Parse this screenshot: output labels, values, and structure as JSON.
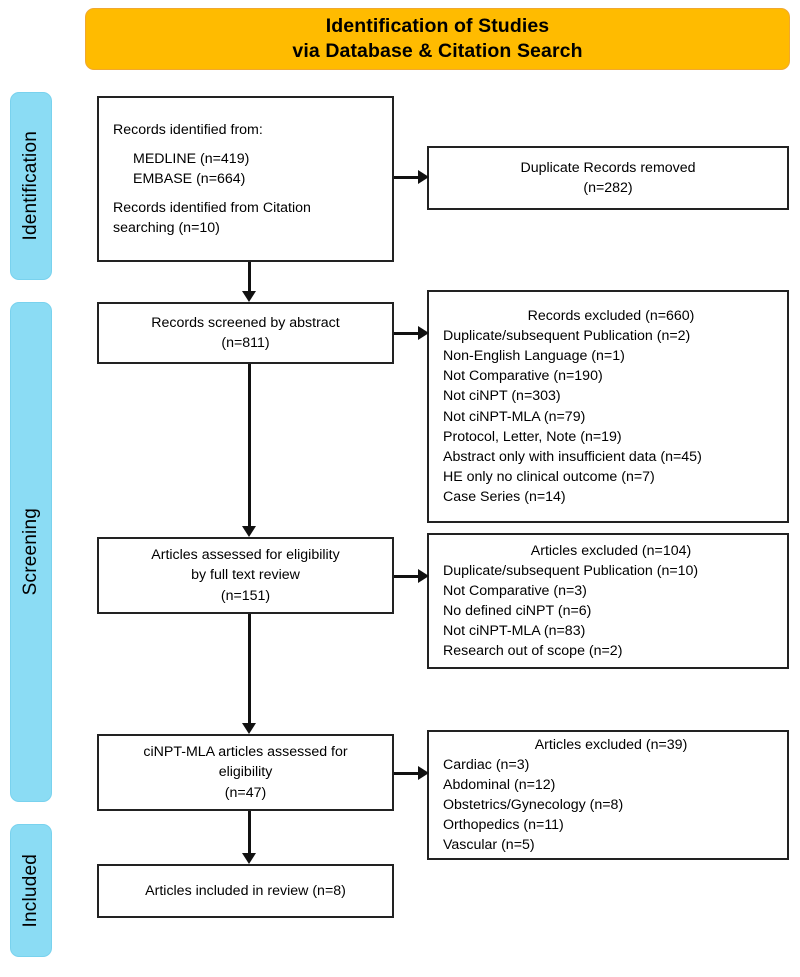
{
  "header": {
    "line1": "Identification of Studies",
    "line2": "via Database & Citation Search"
  },
  "stages": {
    "identification": "Identification",
    "screening": "Screening",
    "included": "Included"
  },
  "colors": {
    "header_background": "#FFBB00",
    "header_border": "#F0A830",
    "stage_background": "#8BDCF4",
    "stage_border": "#79D2EE",
    "box_border": "#222222",
    "arrow": "#111111",
    "text": "#000000",
    "page_background": "#FFFFFF"
  },
  "boxes": {
    "identified": {
      "lines": [
        "Records identified from:",
        "MEDLINE (n=419)",
        "EMBASE (n=664)",
        "Records identified from Citation",
        "searching (n=10)"
      ],
      "heading": "Records identified from:",
      "sources": [
        "MEDLINE (n=419)",
        "EMBASE (n=664)"
      ],
      "citation_line1": "Records identified from Citation",
      "citation_line2": "searching (n=10)"
    },
    "duplicates_removed": {
      "line1": "Duplicate Records removed",
      "line2": "(n=282)"
    },
    "screened": {
      "line1": "Records screened by abstract",
      "line2": "(n=811)"
    },
    "excluded_abstract": {
      "title": "Records excluded (n=660)",
      "items": [
        "Duplicate/subsequent Publication (n=2)",
        "Non-English Language (n=1)",
        "Not Comparative (n=190)",
        "Not ciNPT (n=303)",
        "Not ciNPT-MLA (n=79)",
        "Protocol, Letter, Note (n=19)",
        "Abstract only with insufficient data (n=45)",
        "HE only no clinical outcome (n=7)",
        "Case Series (n=14)"
      ]
    },
    "fulltext": {
      "line1": "Articles assessed for eligibility",
      "line2": "by full text review",
      "line3": "(n=151)"
    },
    "excluded_fulltext": {
      "title": "Articles excluded (n=104)",
      "items": [
        "Duplicate/subsequent Publication (n=10)",
        "Not Comparative (n=3)",
        "No defined ciNPT (n=6)",
        "Not ciNPT-MLA (n=83)",
        "Research out of scope (n=2)"
      ]
    },
    "cinpt_mla": {
      "line1": "ciNPT-MLA articles assessed for",
      "line2": "eligibility",
      "line3": "(n=47)"
    },
    "excluded_mla": {
      "title": "Articles excluded (n=39)",
      "items": [
        "Cardiac (n=3)",
        "Abdominal (n=12)",
        "Obstetrics/Gynecology (n=8)",
        "Orthopedics (n=11)",
        "Vascular (n=5)"
      ]
    },
    "included": {
      "line1": "Articles included in review (n=8)"
    }
  }
}
